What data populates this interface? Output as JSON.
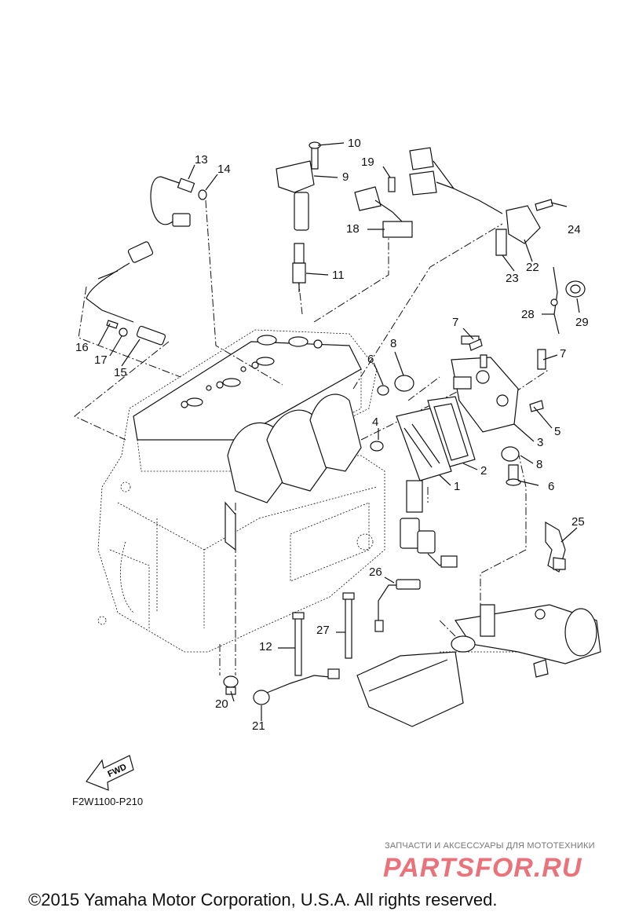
{
  "diagram": {
    "callouts": [
      {
        "id": "p1",
        "text": "1"
      },
      {
        "id": "p2",
        "text": "2"
      },
      {
        "id": "p3",
        "text": "3"
      },
      {
        "id": "p4",
        "text": "4"
      },
      {
        "id": "p5",
        "text": "5"
      },
      {
        "id": "p6a",
        "text": "6"
      },
      {
        "id": "p6b",
        "text": "6"
      },
      {
        "id": "p7a",
        "text": "7"
      },
      {
        "id": "p7b",
        "text": "7"
      },
      {
        "id": "p8a",
        "text": "8"
      },
      {
        "id": "p8b",
        "text": "8"
      },
      {
        "id": "p9",
        "text": "9"
      },
      {
        "id": "p10",
        "text": "10"
      },
      {
        "id": "p11",
        "text": "11"
      },
      {
        "id": "p12",
        "text": "12"
      },
      {
        "id": "p13",
        "text": "13"
      },
      {
        "id": "p14",
        "text": "14"
      },
      {
        "id": "p15",
        "text": "15"
      },
      {
        "id": "p16",
        "text": "16"
      },
      {
        "id": "p17",
        "text": "17"
      },
      {
        "id": "p18",
        "text": "18"
      },
      {
        "id": "p19",
        "text": "19"
      },
      {
        "id": "p20",
        "text": "20"
      },
      {
        "id": "p21",
        "text": "21"
      },
      {
        "id": "p22",
        "text": "22"
      },
      {
        "id": "p23",
        "text": "23"
      },
      {
        "id": "p24",
        "text": "24"
      },
      {
        "id": "p25",
        "text": "25"
      },
      {
        "id": "p26",
        "text": "26"
      },
      {
        "id": "p27",
        "text": "27"
      },
      {
        "id": "p28",
        "text": "28"
      },
      {
        "id": "p29",
        "text": "29"
      }
    ],
    "fwd_label": "FWD",
    "code": "F2W1100-P210"
  },
  "watermark": {
    "tagline": "ЗАПЧАСТИ И АКСЕССУАРЫ ДЛЯ МОТОТЕХНИКИ",
    "logo": "PARTSFOR.RU"
  },
  "footer": {
    "copyright": "©2015 Yamaha Motor Corporation, U.S.A. All rights reserved."
  },
  "colors": {
    "line": "#111111",
    "watermark": "#e6505a",
    "background": "#ffffff"
  }
}
